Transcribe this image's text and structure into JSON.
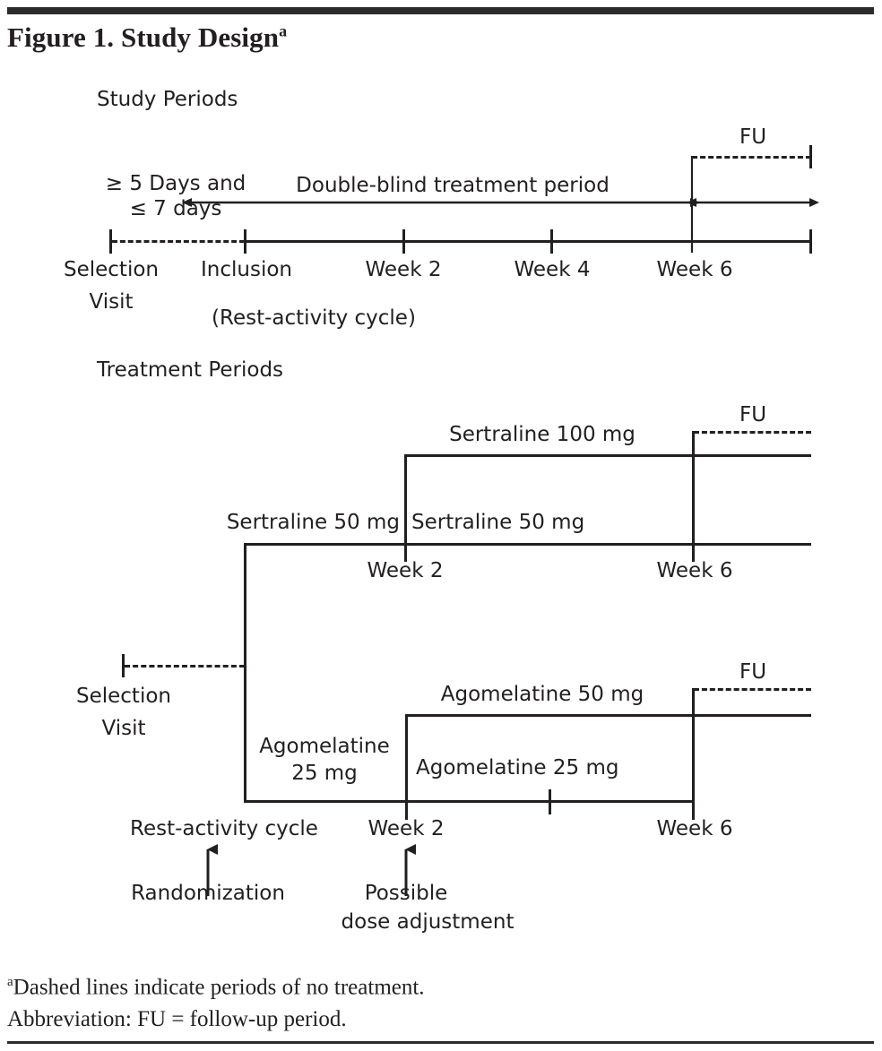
{
  "figure": {
    "title": "Figure 1. Study Design",
    "title_superscript": "a"
  },
  "sections": {
    "study_periods": "Study Periods",
    "treatment_periods": "Treatment Periods"
  },
  "study_periods": {
    "duration_note_line1": "≥ 5 Days and",
    "duration_note_line2": "≤ 7 days",
    "double_blind_label": "Double-blind treatment period",
    "fu_label": "FU",
    "ticks": [
      {
        "label_line1": "Selection",
        "label_line2": "Visit"
      },
      {
        "label_line1": "Inclusion",
        "label_line2": ""
      },
      {
        "label_line1": "Week 2",
        "label_line2": ""
      },
      {
        "label_line1": "Week 4",
        "label_line2": ""
      },
      {
        "label_line1": "Week 6",
        "label_line2": ""
      }
    ],
    "rest_activity_note": "(Rest-activity cycle)"
  },
  "sertraline_arm": {
    "dose_high": "Sertraline 100 mg",
    "dose_low_pre": "Sertraline 50 mg",
    "dose_low_post": "Sertraline 50 mg",
    "fu_label": "FU",
    "week2_label": "Week 2",
    "week6_label": "Week 6"
  },
  "agomelatine_arm": {
    "dose_high": "Agomelatine 50 mg",
    "dose_low_pre_line1": "Agomelatine",
    "dose_low_pre_line2": "25 mg",
    "dose_low_post": "Agomelatine 25 mg",
    "fu_label": "FU",
    "week2_label": "Week 2",
    "week6_label": "Week 6",
    "selection_line1": "Selection",
    "selection_line2": "Visit"
  },
  "annotations": {
    "rest_activity_cycle": "Rest-activity cycle",
    "randomization": "Randomization",
    "week2": "Week 2",
    "possible_line1": "Possible",
    "possible_line2": "dose adjustment"
  },
  "footnotes": {
    "marker": "a",
    "line1": "Dashed lines indicate periods of no treatment.",
    "line2": "Abbreviation: FU = follow-up period."
  },
  "colors": {
    "ink": "#231f20",
    "rule": "#2b2b2b",
    "background": "#ffffff"
  }
}
